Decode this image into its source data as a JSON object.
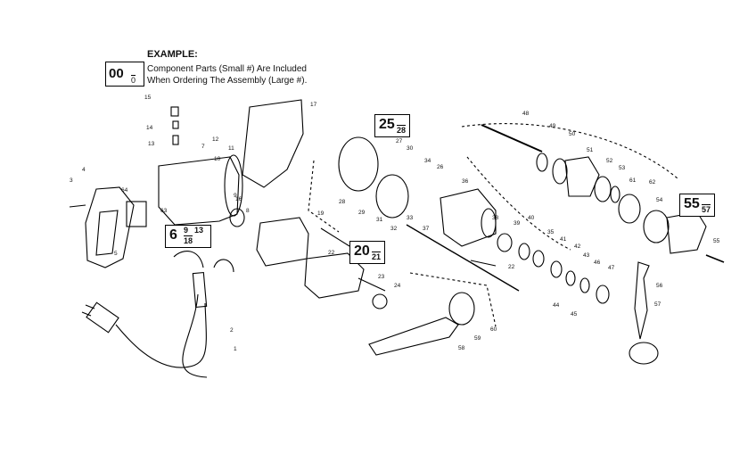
{
  "legend": {
    "title": "EXAMPLE:",
    "line1": "Component Parts (Small #) Are Included",
    "line2": "When Ordering The Assembly (Large #).",
    "big": "00",
    "small_top": "",
    "small_bottom": "0"
  },
  "assemblies": {
    "a25": {
      "big": "25",
      "s1": "",
      "s2": "28"
    },
    "a6": {
      "big": "6",
      "s1": "9",
      "s1b": "13",
      "s2": "18"
    },
    "a20": {
      "big": "20",
      "s1": "",
      "s2": "21"
    },
    "a55": {
      "big": "55",
      "s1": "",
      "s2": "57"
    }
  },
  "labels": [
    "1",
    "2",
    "3",
    "4",
    "5",
    "6",
    "7",
    "8",
    "9",
    "10",
    "11",
    "12",
    "13",
    "14",
    "15",
    "16",
    "17",
    "18",
    "19",
    "20",
    "21",
    "22",
    "22",
    "23",
    "24",
    "25",
    "26",
    "27",
    "28",
    "29",
    "30",
    "31",
    "32",
    "33",
    "34",
    "35",
    "36",
    "37",
    "38",
    "39",
    "40",
    "41",
    "42",
    "43",
    "44",
    "45",
    "46",
    "47",
    "48",
    "49",
    "50",
    "51",
    "52",
    "53",
    "54",
    "55",
    "56",
    "57",
    "58",
    "59",
    "60",
    "61",
    "62",
    "63",
    "64",
    "65"
  ]
}
